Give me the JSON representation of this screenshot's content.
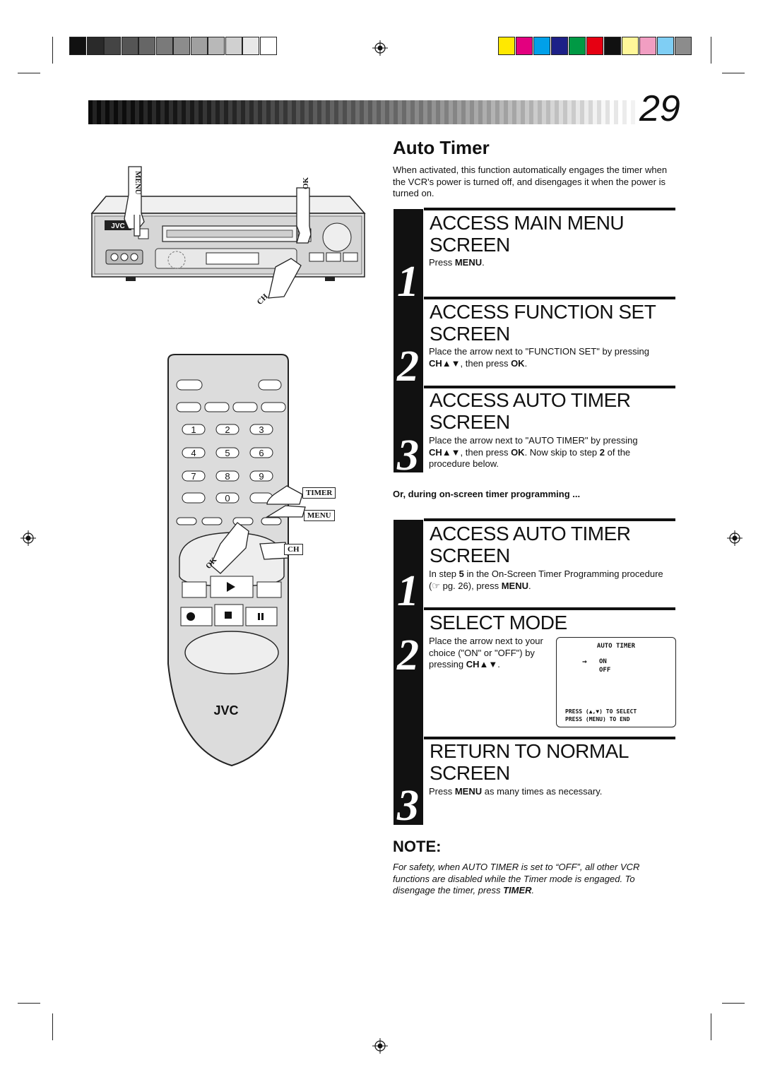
{
  "page_number": "29",
  "section_title": "Auto Timer",
  "intro": "When activated, this function automatically engages the timer when the VCR's power is turned off, and disengages it when the power is turned on.",
  "colors": {
    "swatches_gray": [
      "#111111",
      "#2a2a2a",
      "#444444",
      "#555555",
      "#666666",
      "#7a7a7a",
      "#8c8c8c",
      "#a0a0a0",
      "#b8b8b8",
      "#d0d0d0",
      "#e8e8e8",
      "#ffffff"
    ],
    "swatches_color": [
      "#ffe800",
      "#e3007f",
      "#00a0e9",
      "#1d2088",
      "#009944",
      "#e60012",
      "#111111",
      "#fff799",
      "#f19ec2",
      "#7fcef4",
      "#8c8c8c"
    ]
  },
  "icons": [
    "registration-mark-icon",
    "jvc-logo",
    "hand-pointer-icon",
    "arrow-right-icon"
  ],
  "vcr": {
    "labels": {
      "menu": "MENU",
      "ok": "OK",
      "ch": "CH",
      "brand": "JVC"
    }
  },
  "remote": {
    "keys": [
      "1",
      "2",
      "3",
      "4",
      "5",
      "6",
      "7",
      "8",
      "9",
      "0"
    ],
    "labels": {
      "timer": "TIMER",
      "menu": "MENU",
      "ch": "CH",
      "ok": "OK",
      "brand": "JVC"
    }
  },
  "steps_a": [
    {
      "num": "1",
      "title_line1": "ACCESS MAIN MENU",
      "title_line2": "SCREEN",
      "body": "Press <b>MENU</b>."
    },
    {
      "num": "2",
      "title_line1": "ACCESS FUNCTION SET",
      "title_line2": "SCREEN",
      "body": "Place the arrow next to \"FUNCTION SET\" by pressing <b>CH▲▼</b>, then press <b>OK</b>."
    },
    {
      "num": "3",
      "title_line1": "ACCESS AUTO TIMER",
      "title_line2": "SCREEN",
      "body": "Place the arrow next to \"AUTO TIMER\" by pressing <b>CH▲▼</b>, then press <b>OK</b>. Now skip to step <b>2</b> of the procedure below."
    }
  ],
  "or_line": "Or, during on-screen timer programming ...",
  "steps_b": [
    {
      "num": "1",
      "title_line1": "ACCESS AUTO TIMER",
      "title_line2": "SCREEN",
      "body": "In step <b>5</b> in the On-Screen Timer Programming procedure (☞ pg. 26), press <b>MENU</b>."
    },
    {
      "num": "2",
      "title_line1": "SELECT MODE",
      "title_line2": "",
      "body": "Place the arrow next to your choice (\"ON\" or \"OFF\") by pressing <b>CH▲▼</b>."
    },
    {
      "num": "3",
      "title_line1": "RETURN TO NORMAL",
      "title_line2": "SCREEN",
      "body": "Press <b>MENU</b> as many times as necessary."
    }
  ],
  "osd": {
    "title": "AUTO TIMER",
    "option_on": "ON",
    "option_off": "OFF",
    "hint1": "PRESS (▲,▼) TO SELECT",
    "hint2": "PRESS (MENU) TO END"
  },
  "note": {
    "heading": "NOTE:",
    "text_pre": "For safety, when AUTO TIMER is set to “OFF”, all other VCR functions are disabled while the Timer mode is engaged. To disengage the timer, press ",
    "text_key": "TIMER",
    "text_post": "."
  }
}
